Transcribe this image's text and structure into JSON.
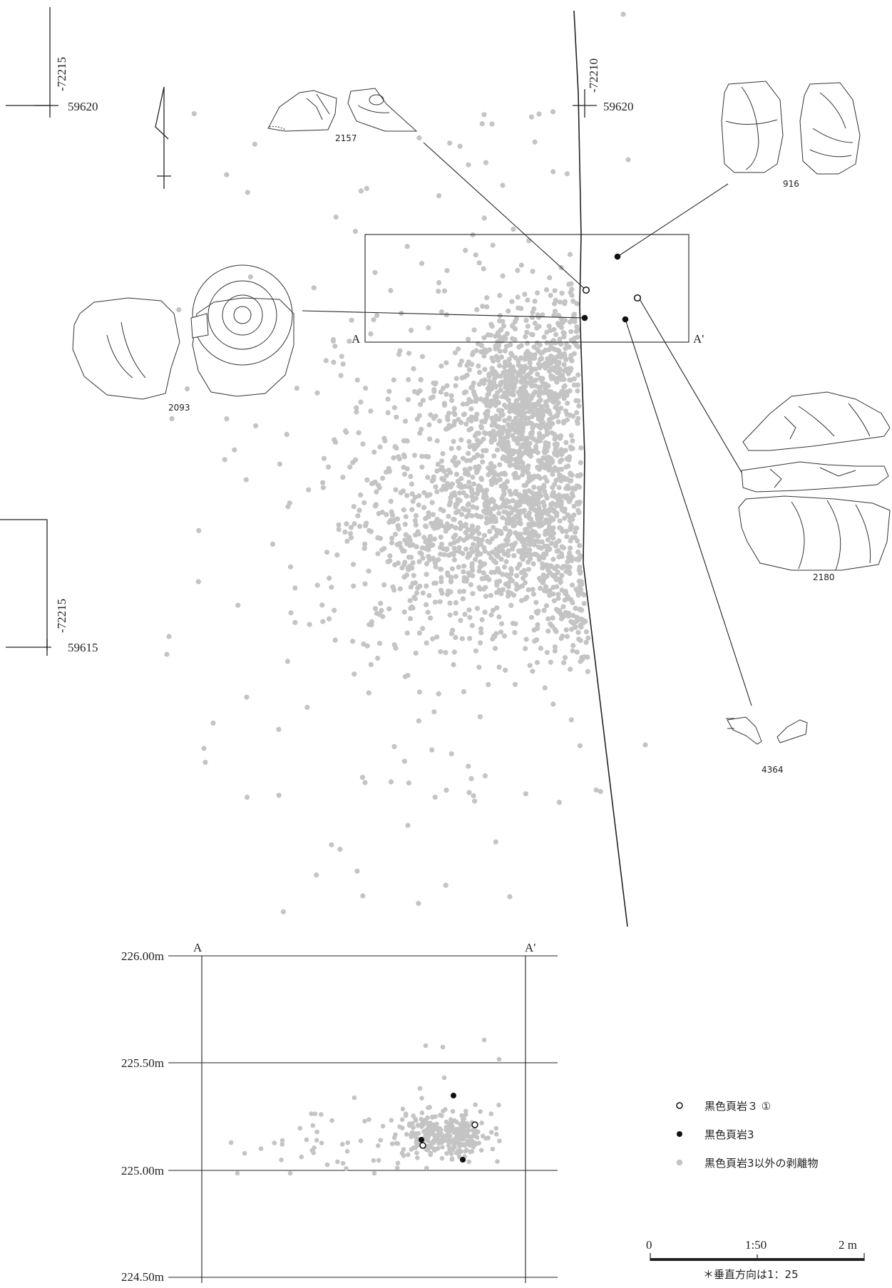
{
  "grid_labels": {
    "tl_v": "-72215",
    "tl_h": "59620",
    "tr_v": "-72210",
    "tr_h": "59620",
    "bl_v": "-72215",
    "bl_h": "59615"
  },
  "section": {
    "a": "A",
    "a_prime": "A'",
    "levels": [
      "226.00m",
      "225.50m",
      "225.00m",
      "224.50m"
    ]
  },
  "artifacts": [
    "2157",
    "916",
    "2093",
    "2180",
    "4364"
  ],
  "legend": {
    "items": [
      {
        "symbol": "open-circle",
        "label": "黒色頁岩３ ①"
      },
      {
        "symbol": "filled-circle",
        "label": "黒色頁岩3"
      },
      {
        "symbol": "gray-circle",
        "label": "黒色頁岩3以外の剥離物"
      }
    ]
  },
  "scale": {
    "zero": "0",
    "ratio": "1:50",
    "end": "2 m",
    "note": "＊垂直方向は1：25"
  },
  "colors": {
    "dots": "#c4c4c4",
    "filled": "#111111",
    "lines": "#222222"
  }
}
